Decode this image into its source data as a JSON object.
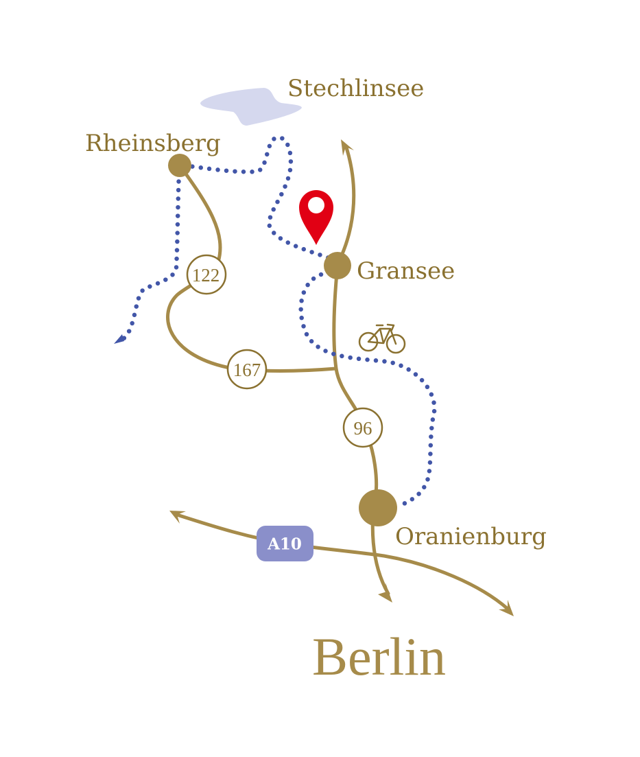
{
  "map": {
    "lake": {
      "name": "Stechlinsee",
      "color": "#d5d8ee"
    },
    "towns": {
      "rheinsberg": "Rheinsberg",
      "gransee": "Gransee",
      "oranienburg": "Oranienburg"
    },
    "destination": "Berlin",
    "road_shields": {
      "b122": "122",
      "b167": "167",
      "b96": "96"
    },
    "highway": {
      "label": "A10",
      "color": "#8a8fca"
    },
    "colors": {
      "road": "#a68b4a",
      "town_marker": "#a68b4a",
      "trail": "#4256a8",
      "label_text": "#8a7130",
      "location_pin": "#e10014"
    },
    "icons": {
      "location": "location-pin-icon",
      "bicycle": "bicycle-icon"
    }
  }
}
